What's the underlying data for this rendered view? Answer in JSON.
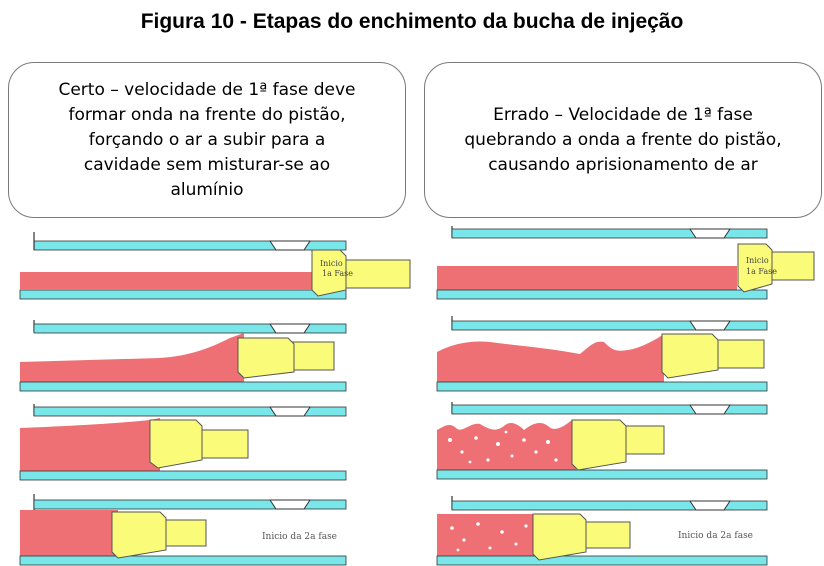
{
  "title": "Figura 10 - Etapas do enchimento da bucha de injeção",
  "colors": {
    "barrel_wall": "#79e6ea",
    "barrel_outline": "#333333",
    "aluminum": "#ee6f74",
    "piston": "#fbfb7a",
    "piston_outline": "#555555",
    "air_bubble": "#ffffff"
  },
  "callouts": {
    "correct": "Certo – velocidade de 1ª fase deve\nformar onda na frente do pistão,\nforçando o ar a subir para a\ncavidade sem misturar-se ao\nalumínio",
    "wrong": "Errado – Velocidade de 1ª fase\nquebrando a onda a frente do pistão,\ncausando aprisionamento de ar"
  },
  "stages": {
    "start_label_line1": "Inicio",
    "start_label_line2": "1a Fase",
    "second_phase_label": "Inicio da 2a fase"
  }
}
